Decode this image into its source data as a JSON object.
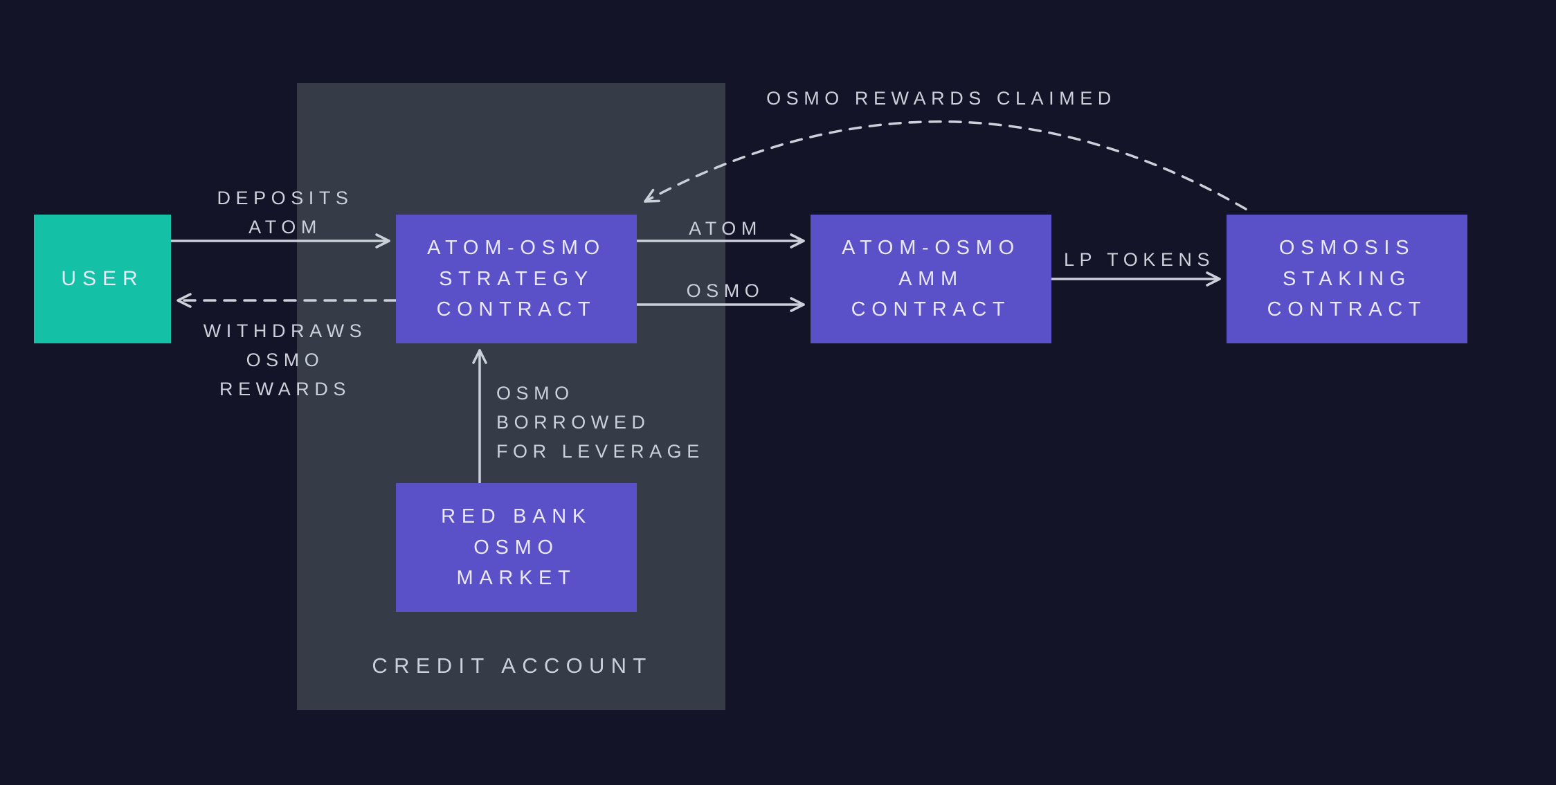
{
  "colors": {
    "background": "#131428",
    "panel": "#363b48",
    "node_purple": "#5a50c8",
    "node_teal": "#14c0a6",
    "node_text": "#eae8f6",
    "label_text": "#ccd0d9",
    "arrow": "#ccd0d9"
  },
  "nodes": {
    "user": {
      "label": "USER"
    },
    "strategy": {
      "label": "ATOM-OSMO\nSTRATEGY\nCONTRACT"
    },
    "amm": {
      "label": "ATOM-OSMO\nAMM\nCONTRACT"
    },
    "staking": {
      "label": "OSMOSIS\nSTAKING\nCONTRACT"
    },
    "red_bank": {
      "label": "RED BANK\nOSMO\nMARKET"
    }
  },
  "groups": {
    "credit_account": {
      "label": "CREDIT ACCOUNT"
    }
  },
  "edges": {
    "deposits": {
      "label": "DEPOSITS\nATOM",
      "style": "solid",
      "from": "user",
      "to": "strategy"
    },
    "withdraws": {
      "label": "WITHDRAWS\nOSMO\nREWARDS",
      "style": "dashed",
      "from": "strategy",
      "to": "user"
    },
    "atom": {
      "label": "ATOM",
      "style": "solid",
      "from": "strategy",
      "to": "amm"
    },
    "osmo": {
      "label": "OSMO",
      "style": "solid",
      "from": "strategy",
      "to": "amm"
    },
    "lp_tokens": {
      "label": "LP TOKENS",
      "style": "solid",
      "from": "amm",
      "to": "staking"
    },
    "rewards_claimed": {
      "label": "OSMO REWARDS CLAIMED",
      "style": "dashed",
      "from": "staking",
      "to": "strategy"
    },
    "borrowed": {
      "label": "OSMO\nBORROWED\nFOR LEVERAGE",
      "style": "solid",
      "from": "red_bank",
      "to": "strategy"
    }
  }
}
